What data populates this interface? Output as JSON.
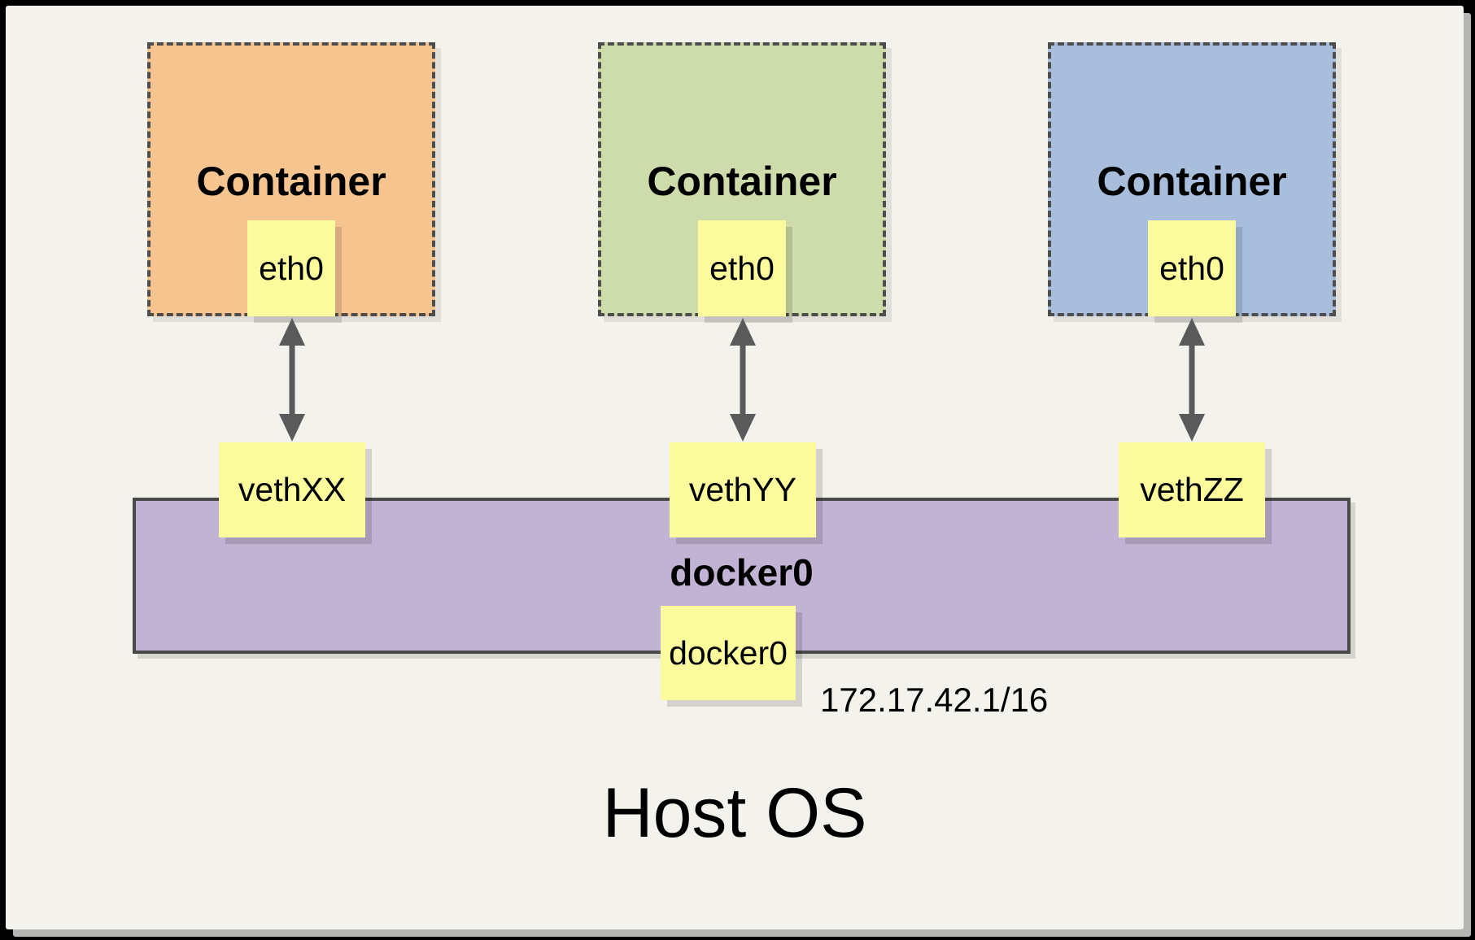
{
  "containers": [
    {
      "label": "Container",
      "interface_label": "eth0",
      "veth_label": "vethXX",
      "fill": "#F5C48F"
    },
    {
      "label": "Container",
      "interface_label": "eth0",
      "veth_label": "vethYY",
      "fill": "#CEDBAA"
    },
    {
      "label": "Container",
      "interface_label": "eth0",
      "veth_label": "vethZZ",
      "fill": "#A9BEDC"
    }
  ],
  "bridge": {
    "label": "docker0",
    "interface_label": "docker0",
    "ip_address": "172.17.42.1/16",
    "fill": "#C0B3D4"
  },
  "host": {
    "label": "Host OS"
  },
  "colors": {
    "note": "#FBFB9D",
    "canvas": "#F4F2EC",
    "dashed_border": "#4D4D4D",
    "arrow": "#5A5A5A"
  }
}
